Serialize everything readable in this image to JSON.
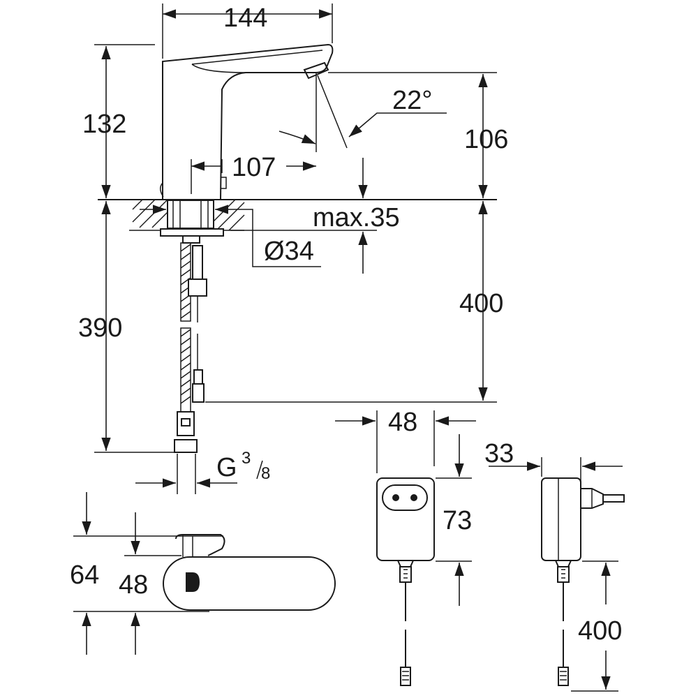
{
  "faucet": {
    "dim_width_top": "144",
    "dim_height_above_deck": "132",
    "dim_spout_angle": "22°",
    "dim_spout_height": "106",
    "dim_spout_reach": "107",
    "dim_deck_thickness": "max.35",
    "dim_hole_diameter": "Ø34",
    "dim_hose_length_left": "390",
    "dim_hose_length_right": "400",
    "dim_thread": "G",
    "dim_thread_num": "3",
    "dim_thread_den": "8"
  },
  "control_box": {
    "dim_height_outer": "64",
    "dim_height_inner": "48"
  },
  "power_adapter": {
    "dim_width": "48",
    "dim_height": "73",
    "dim_depth": "33",
    "dim_cable_length": "400"
  }
}
